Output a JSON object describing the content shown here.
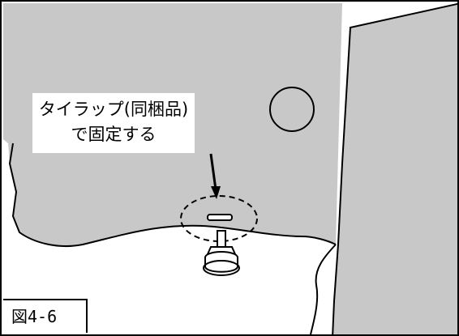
{
  "callout": {
    "line1": "タイラップ(同梱品)",
    "line2": "で固定する"
  },
  "figure_label": "図4-6",
  "colors": {
    "panel_fill": "#c8c8c8",
    "outline": "#000000",
    "background": "#ffffff"
  }
}
